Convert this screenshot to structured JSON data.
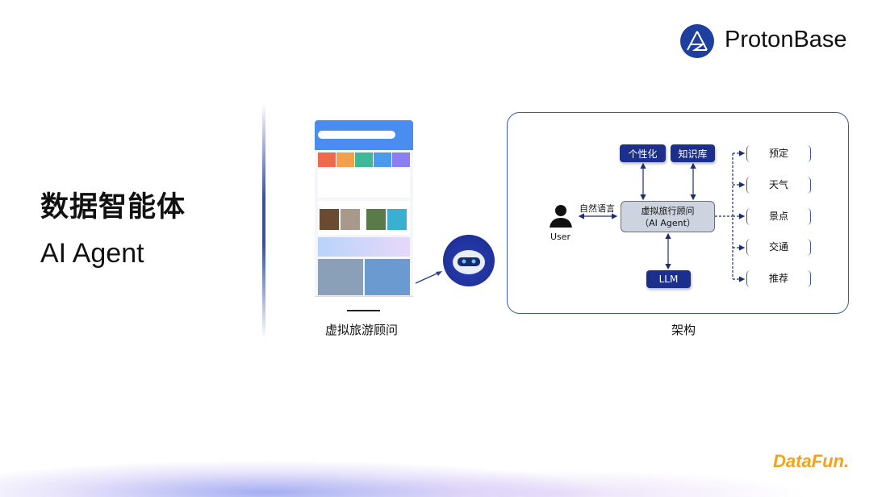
{
  "slide": {
    "title": "数据智能体",
    "subtitle": "AI Agent"
  },
  "brand": {
    "name": "ProtonBase",
    "footer_logo": "DataFun.",
    "accent": "#1d3f9e"
  },
  "left_figure": {
    "caption": "虚拟旅游顾问"
  },
  "architecture": {
    "caption": "架构",
    "user_label": "User",
    "edge_label": "自然语言",
    "agent_line1": "虚拟旅行顾问",
    "agent_line2": "（AI Agent）",
    "top_modules": [
      "个性化",
      "知识库"
    ],
    "llm": "LLM",
    "tools": [
      "预定",
      "天气",
      "景点",
      "交通",
      "推荐"
    ]
  }
}
